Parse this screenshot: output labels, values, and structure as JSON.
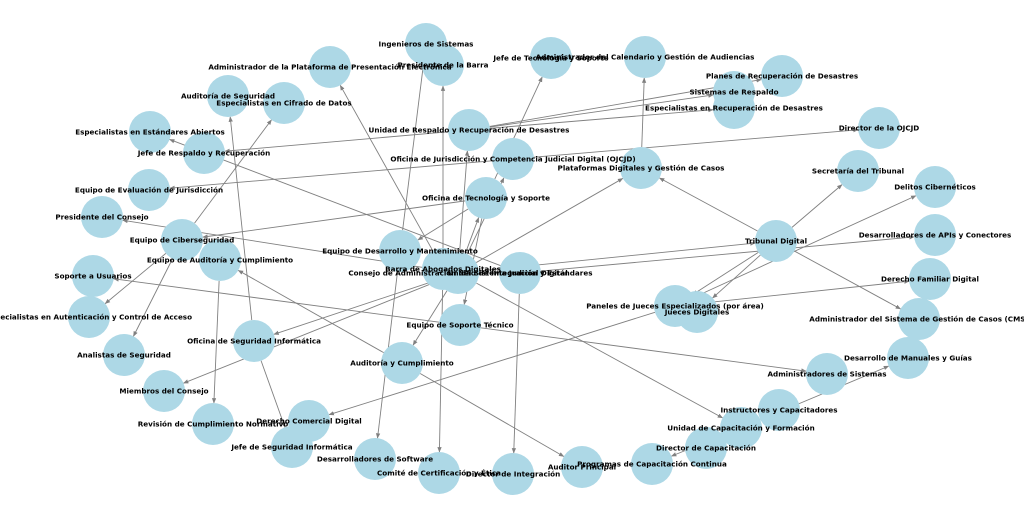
{
  "diagram": {
    "type": "directed-graph",
    "colors": {
      "node": "#add8e6",
      "edge": "#808080",
      "label": "#000000",
      "background": "#ffffff"
    },
    "nodes": [
      {
        "id": "consejo",
        "label": "Consejo de Administración del Sistema Judicial Digital"
      },
      {
        "id": "presidente",
        "label": "Presidente del Consejo"
      },
      {
        "id": "miembros",
        "label": "Miembros del Consejo"
      },
      {
        "id": "ojcjd",
        "label": "Oficina de Jurisdicción y Competencia Judicial Digital (OJCJD)"
      },
      {
        "id": "director_ojcjd",
        "label": "Director de la OJCJD"
      },
      {
        "id": "equipo_eval",
        "label": "Equipo de Evaluación de Jurisdicción"
      },
      {
        "id": "tribunal",
        "label": "Tribunal Digital"
      },
      {
        "id": "jueces",
        "label": "Jueces Digitales"
      },
      {
        "id": "paneles",
        "label": "Paneles de Jueces Especializados (por área)"
      },
      {
        "id": "derecho_familiar",
        "label": "Derecho Familiar Digital"
      },
      {
        "id": "delitos",
        "label": "Delitos Cibernéticos"
      },
      {
        "id": "derecho_comercial",
        "label": "Derecho Comercial Digital"
      },
      {
        "id": "secretaria",
        "label": "Secretaría del Tribunal"
      },
      {
        "id": "admin_casos",
        "label": "Administrador del Sistema de Gestión de Casos (CMS)"
      },
      {
        "id": "admin_calendario",
        "label": "Administrador del Calendario y Gestión de Audiencias"
      },
      {
        "id": "barra",
        "label": "Barra de Abogados Digitales"
      },
      {
        "id": "presidente_barra",
        "label": "Presidente de la Barra"
      },
      {
        "id": "comite",
        "label": "Comité de Certificación y Ética"
      },
      {
        "id": "admin_plataforma",
        "label": "Administrador de la Plataforma de Presentación Electrónica"
      },
      {
        "id": "tecnologia",
        "label": "Oficina de Tecnología y Soporte"
      },
      {
        "id": "jefe_tec",
        "label": "Jefe de Tecnología y Soporte"
      },
      {
        "id": "desarrollo",
        "label": "Equipo de Desarrollo y Mantenimiento"
      },
      {
        "id": "ingenieros",
        "label": "Ingenieros de Sistemas"
      },
      {
        "id": "desarrolladores_sw",
        "label": "Desarrolladores de Software"
      },
      {
        "id": "soporte_tecnico",
        "label": "Equipo de Soporte Técnico"
      },
      {
        "id": "soporte_usuarios",
        "label": "Soporte a Usuarios"
      },
      {
        "id": "admin_sistemas",
        "label": "Administradores de Sistemas"
      },
      {
        "id": "ciberseguridad",
        "label": "Equipo de Ciberseguridad"
      },
      {
        "id": "analistas",
        "label": "Analistas de Seguridad"
      },
      {
        "id": "esp_cifrado",
        "label": "Especialistas en Cifrado de Datos"
      },
      {
        "id": "esp_auth",
        "label": "Especialistas en Autenticación y Control de Acceso"
      },
      {
        "id": "plataformas",
        "label": "Plataformas Digitales y Gestión de Casos"
      },
      {
        "id": "integracion",
        "label": "Unidad de Integración y Estándares"
      },
      {
        "id": "director_integracion",
        "label": "Director de Integración"
      },
      {
        "id": "esp_estandares",
        "label": "Especialistas en Estándares Abiertos"
      },
      {
        "id": "apis",
        "label": "Desarrolladores de APIs y Conectores"
      },
      {
        "id": "respaldo",
        "label": "Unidad de Respaldo y Recuperación de Desastres"
      },
      {
        "id": "jefe_respaldo",
        "label": "Jefe de Respaldo y Recuperación"
      },
      {
        "id": "sistemas_respaldo",
        "label": "Sistemas de Respaldo"
      },
      {
        "id": "planes_recuperacion",
        "label": "Planes de Recuperación de Desastres"
      },
      {
        "id": "esp_recuperacion",
        "label": "Especialistas en Recuperación de Desastres"
      },
      {
        "id": "seguridad_inf",
        "label": "Oficina de Seguridad Informática"
      },
      {
        "id": "jefe_seguridad",
        "label": "Jefe de Seguridad Informática"
      },
      {
        "id": "auditoria_seg",
        "label": "Auditoría de Seguridad"
      },
      {
        "id": "auditoria",
        "label": "Auditoría y Cumplimiento"
      },
      {
        "id": "auditor",
        "label": "Auditor Principal"
      },
      {
        "id": "equipo_auditoria",
        "label": "Equipo de Auditoría y Cumplimiento"
      },
      {
        "id": "revision",
        "label": "Revisión de Cumplimiento Normativo"
      },
      {
        "id": "capacitacion",
        "label": "Unidad de Capacitación y Formación"
      },
      {
        "id": "director_cap",
        "label": "Director de Capacitación"
      },
      {
        "id": "instructores",
        "label": "Instructores y Capacitadores"
      },
      {
        "id": "programas",
        "label": "Programas de Capacitación Continua"
      },
      {
        "id": "manuales",
        "label": "Desarrollo de Manuales y Guías"
      }
    ],
    "edges": [
      [
        "consejo",
        "presidente"
      ],
      [
        "consejo",
        "miembros"
      ],
      [
        "consejo",
        "ojcjd"
      ],
      [
        "consejo",
        "tribunal"
      ],
      [
        "consejo",
        "barra"
      ],
      [
        "consejo",
        "tecnologia"
      ],
      [
        "consejo",
        "plataformas"
      ],
      [
        "consejo",
        "integracion"
      ],
      [
        "consejo",
        "respaldo"
      ],
      [
        "consejo",
        "seguridad_inf"
      ],
      [
        "consejo",
        "auditoria"
      ],
      [
        "consejo",
        "capacitacion"
      ],
      [
        "ojcjd",
        "director_ojcjd"
      ],
      [
        "ojcjd",
        "equipo_eval"
      ],
      [
        "tribunal",
        "jueces"
      ],
      [
        "tribunal",
        "paneles"
      ],
      [
        "tribunal",
        "secretaria"
      ],
      [
        "tribunal",
        "admin_casos"
      ],
      [
        "tribunal",
        "plataformas"
      ],
      [
        "paneles",
        "derecho_familiar"
      ],
      [
        "paneles",
        "delitos"
      ],
      [
        "paneles",
        "derecho_comercial"
      ],
      [
        "plataformas",
        "admin_calendario"
      ],
      [
        "barra",
        "presidente_barra"
      ],
      [
        "barra",
        "comite"
      ],
      [
        "barra",
        "admin_plataforma"
      ],
      [
        "tecnologia",
        "jefe_tec"
      ],
      [
        "tecnologia",
        "desarrollo"
      ],
      [
        "tecnologia",
        "soporte_tecnico"
      ],
      [
        "tecnologia",
        "ciberseguridad"
      ],
      [
        "desarrollo",
        "ingenieros"
      ],
      [
        "desarrollo",
        "desarrolladores_sw"
      ],
      [
        "soporte_tecnico",
        "soporte_usuarios"
      ],
      [
        "soporte_tecnico",
        "admin_sistemas"
      ],
      [
        "ciberseguridad",
        "analistas"
      ],
      [
        "ciberseguridad",
        "esp_cifrado"
      ],
      [
        "ciberseguridad",
        "esp_auth"
      ],
      [
        "integracion",
        "director_integracion"
      ],
      [
        "integracion",
        "esp_estandares"
      ],
      [
        "integracion",
        "apis"
      ],
      [
        "respaldo",
        "jefe_respaldo"
      ],
      [
        "respaldo",
        "sistemas_respaldo"
      ],
      [
        "respaldo",
        "planes_recuperacion"
      ],
      [
        "respaldo",
        "esp_recuperacion"
      ],
      [
        "seguridad_inf",
        "jefe_seguridad"
      ],
      [
        "seguridad_inf",
        "auditoria_seg"
      ],
      [
        "auditoria",
        "auditor"
      ],
      [
        "auditoria",
        "equipo_auditoria"
      ],
      [
        "equipo_auditoria",
        "revision"
      ],
      [
        "capacitacion",
        "director_cap"
      ],
      [
        "capacitacion",
        "instructores"
      ],
      [
        "capacitacion",
        "programas"
      ],
      [
        "capacitacion",
        "manuales"
      ]
    ]
  }
}
